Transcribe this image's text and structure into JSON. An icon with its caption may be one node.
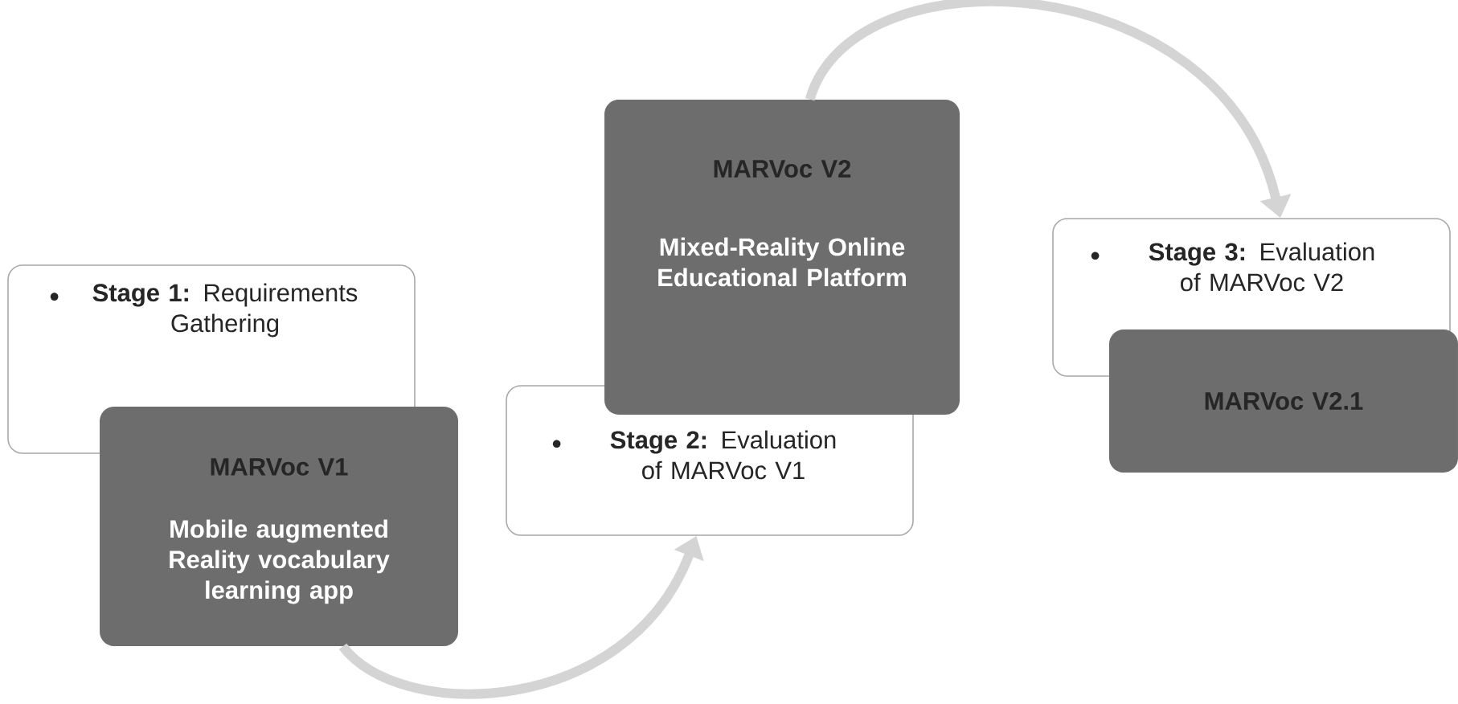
{
  "diagram": {
    "nodes": [
      {
        "text": [
          "**Stage 1:** Requirements Gathering"
        ]
      },
      {
        "text": [
          "MARVoc V1",
          "Mobile augmented Reality vocabulary learning app"
        ]
      },
      {
        "text": [
          "**Stage 2:** Evaluation of MARVoc V1"
        ]
      },
      {
        "text": [
          "MARVoc V2",
          "Mixed-Reality Online Educational Platform"
        ]
      },
      {
        "text": [
          "**Stage 3:** Evaluation of MARVoc V2"
        ]
      },
      {
        "text": [
          "MARVoc V2.1"
        ]
      }
    ],
    "edges": [
      {
        "from": 1,
        "to": 2,
        "arrow": "to"
      },
      {
        "from": 3,
        "to": 4,
        "arrow": "to"
      }
    ]
  }
}
